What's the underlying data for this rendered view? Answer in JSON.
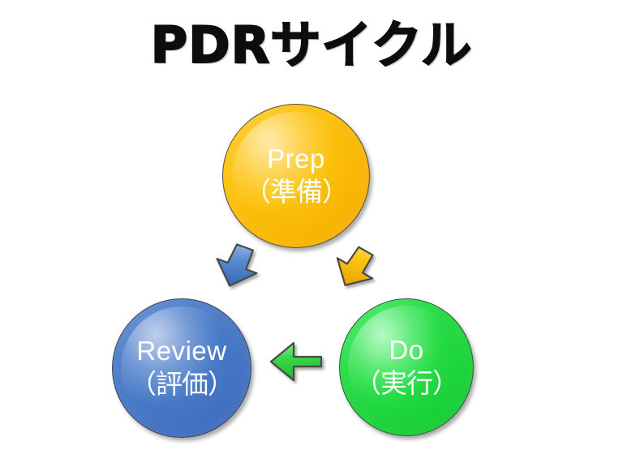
{
  "diagram": {
    "title": "PDRサイクル",
    "type": "cycle",
    "background_color": "#ffffff",
    "title_color": "#0d0d0d",
    "nodes": [
      {
        "id": "prep",
        "label_en": "Prep",
        "label_jp": "（準備）",
        "color": "#FCC20C",
        "text_color": "#ffffff",
        "position": "top"
      },
      {
        "id": "do",
        "label_en": "Do",
        "label_jp": "（実行）",
        "color": "#26DD45",
        "text_color": "#ffffff",
        "position": "bottom-right"
      },
      {
        "id": "review",
        "label_en": "Review",
        "label_jp": "（評価）",
        "color": "#4C7EC9",
        "text_color": "#ffffff",
        "position": "bottom-left"
      }
    ],
    "arrows": [
      {
        "id": "prep-to-do",
        "from": "prep",
        "to": "do",
        "color": "#FCC20C",
        "direction": "down-right"
      },
      {
        "id": "do-to-review",
        "from": "do",
        "to": "review",
        "color": "#3FD94F",
        "direction": "left"
      },
      {
        "id": "review-to-prep",
        "from": "review",
        "to": "prep",
        "color": "#4C7EC9",
        "direction": "up-right"
      }
    ]
  }
}
